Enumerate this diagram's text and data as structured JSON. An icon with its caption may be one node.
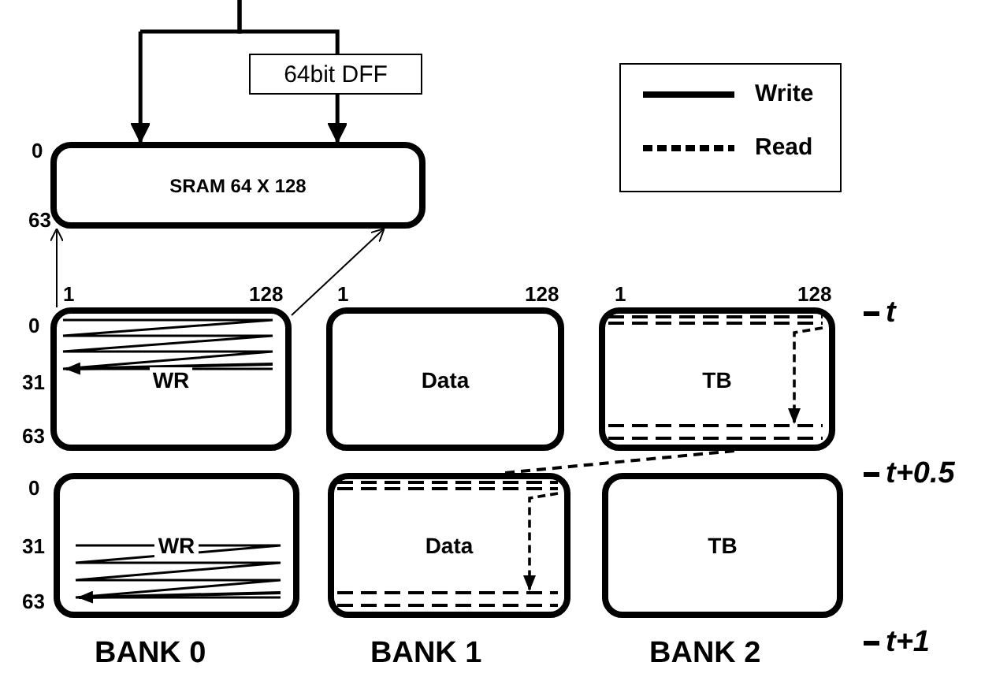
{
  "diagram": {
    "nodes": [
      {
        "text": [
          "64bit DFF"
        ]
      },
      {
        "text": [
          "SRAM 64 X 128"
        ]
      },
      {
        "text": [
          "WR"
        ]
      },
      {
        "text": [
          "Data"
        ]
      },
      {
        "text": [
          "TB"
        ]
      },
      {
        "text": [
          "WR"
        ]
      },
      {
        "text": [
          "Data"
        ]
      },
      {
        "text": [
          "TB"
        ]
      }
    ],
    "edges": [
      {
        "from": null,
        "to": 1,
        "arrow": "to"
      },
      {
        "from": null,
        "to": 0,
        "arrow": "none"
      },
      {
        "from": 0,
        "to": 1,
        "arrow": "to"
      },
      {
        "from": 2,
        "to": 1,
        "arrow": "to"
      },
      {
        "from": 2,
        "to": 1,
        "arrow": "to"
      },
      {
        "from": 4,
        "to": 6,
        "arrow": "none",
        "style": "dashed"
      }
    ],
    "labels": [
      "0",
      "63",
      "1",
      "128",
      "1",
      "128",
      "1",
      "128",
      "t",
      "0",
      "31",
      "63",
      "t+0.5",
      "0",
      "31",
      "63",
      "t+1",
      "BANK 0",
      "BANK 1",
      "BANK 2"
    ],
    "legend": [
      {
        "text": "Write"
      },
      {
        "text": "Read"
      }
    ]
  }
}
